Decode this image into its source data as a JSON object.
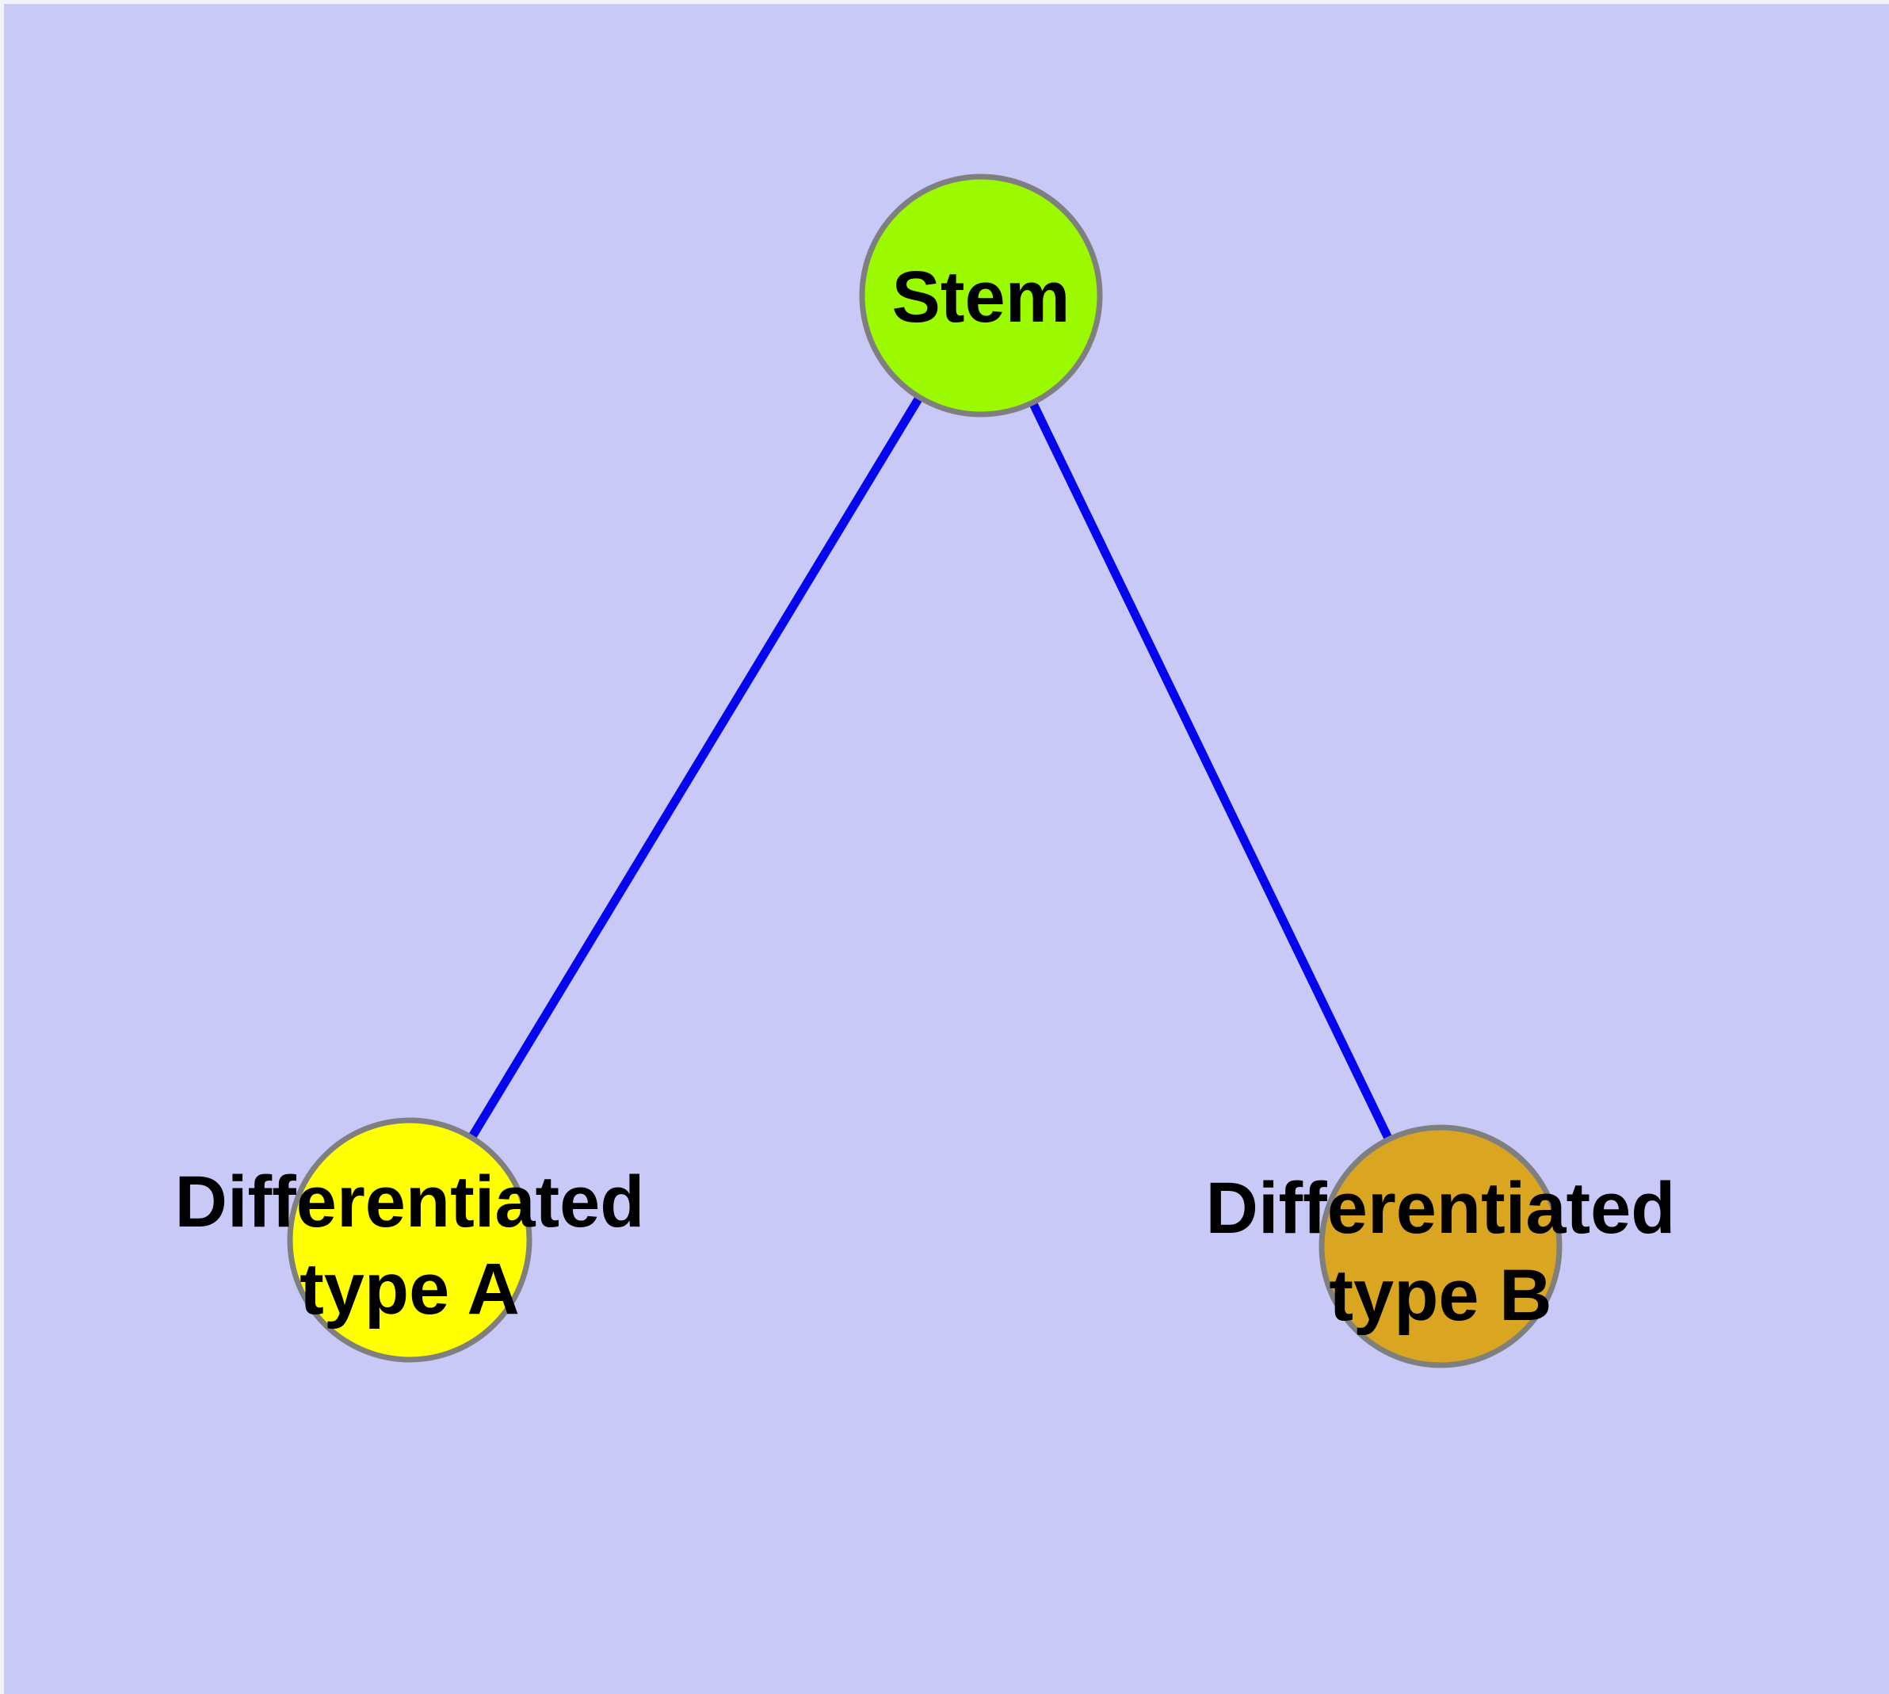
{
  "diagram": {
    "type": "network-graph",
    "background_color": "#c9c9f8",
    "frame_color": "#f2f2fb",
    "edge_color": "#0505ee",
    "node_border_color": "#7f7f7f",
    "text_color": "#000000",
    "nodes": [
      {
        "id": "stem",
        "label": "Stem",
        "fill_color": "#9bfa00"
      },
      {
        "id": "differentiated-type-a",
        "label_line1": "Differentiated",
        "label_line2": "type A",
        "fill_color": "#ffff00"
      },
      {
        "id": "differentiated-type-b",
        "label_line1": "Differentiated",
        "label_line2": "type B",
        "fill_color": "#daa520"
      }
    ],
    "edges": [
      {
        "from": "Stem",
        "to": "Differentiated type A"
      },
      {
        "from": "Stem",
        "to": "Differentiated type B"
      }
    ]
  }
}
